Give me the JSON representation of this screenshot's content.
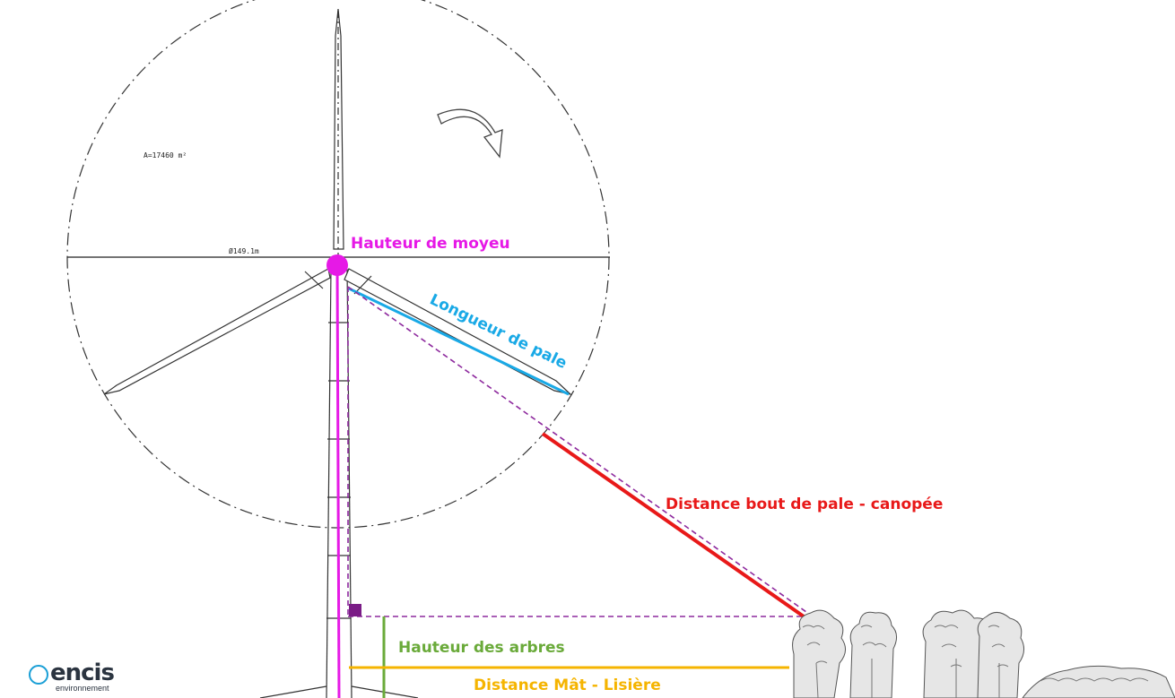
{
  "labels": {
    "area": "A=17460 m²",
    "diameter": "Ø149.1m",
    "hub_height": "Hauteur de moyeu",
    "blade_length": "Longueur de pale",
    "tip_canopy": "Distance bout de pale - canopée",
    "tree_height": "Hauteur des arbres",
    "mast_edge": "Distance Mât - Lisière"
  },
  "colors": {
    "hub": "#e619e6",
    "blade_length": "#19a9e6",
    "tip_canopy": "#e81919",
    "tree_height": "#6aaa3a",
    "mast_edge": "#f5b400",
    "construction": "#8e2a9e"
  },
  "logo": {
    "name": "encis",
    "subtitle": "environnement"
  }
}
